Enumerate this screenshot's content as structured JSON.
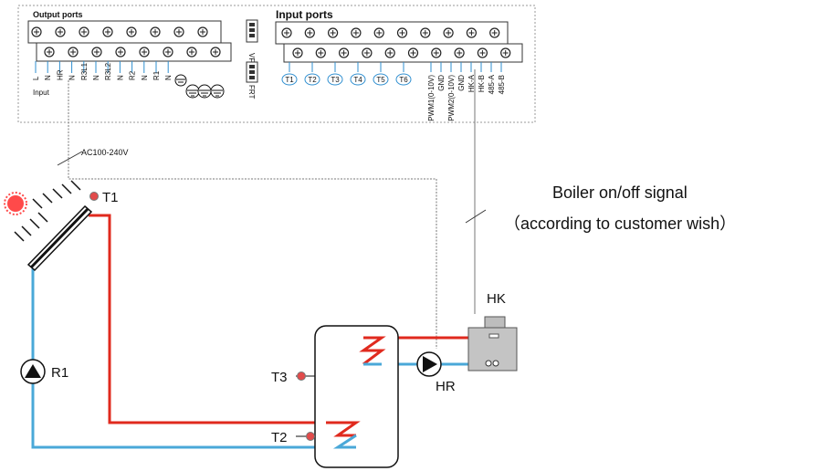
{
  "header": {
    "output_title": "Output ports",
    "input_title": "Input ports"
  },
  "output_terminals": [
    "L",
    "N",
    "HR",
    "N",
    "R3L1",
    "N",
    "R3L2",
    "N",
    "R2",
    "N",
    "R1",
    "N"
  ],
  "output_input_label": "Input",
  "connectors": [
    "VFS",
    "FRT"
  ],
  "input_sensors": [
    "T1",
    "T2",
    "T3",
    "T4",
    "T5",
    "T6"
  ],
  "input_terminals": [
    "PWM1(0-10V)",
    "GND",
    "PWM2(0-10V)",
    "GND",
    "HK-A",
    "HK-B",
    "485-A",
    "485-B"
  ],
  "wire_labels": {
    "ac": "AC100-240V"
  },
  "annotation": {
    "line1": "Boiler on/off signal",
    "line2": "（according to customer wish）"
  },
  "components": {
    "collector_sensor": "T1",
    "pump_r1": "R1",
    "tank_upper_sensor": "T3",
    "tank_lower_sensor": "T2",
    "pump_hr": "HR",
    "boiler": "HK"
  },
  "colors": {
    "hot_pipe": "#e02a1e",
    "cold_pipe": "#4aa8d8",
    "sensor_dot": "#e24b4b",
    "wire": "#777777",
    "terminal_line": "#2f8fd0"
  }
}
